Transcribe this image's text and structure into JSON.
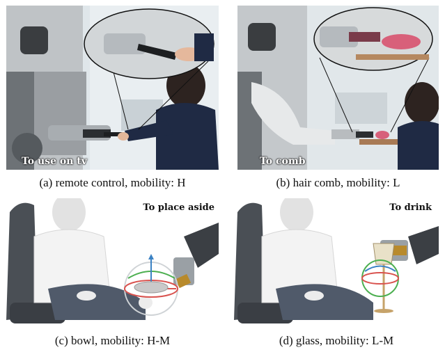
{
  "figure": {
    "panels": [
      {
        "overlay": "To use on tv",
        "caption": "(a) remote control, mobility: H"
      },
      {
        "overlay": "To comb",
        "caption": "(b) hair comb, mobility: L"
      },
      {
        "overlay": "To place aside",
        "caption": "(c) bowl, mobility: H-M"
      },
      {
        "overlay": "To drink",
        "caption": "(d) glass, mobility: L-M"
      }
    ]
  }
}
